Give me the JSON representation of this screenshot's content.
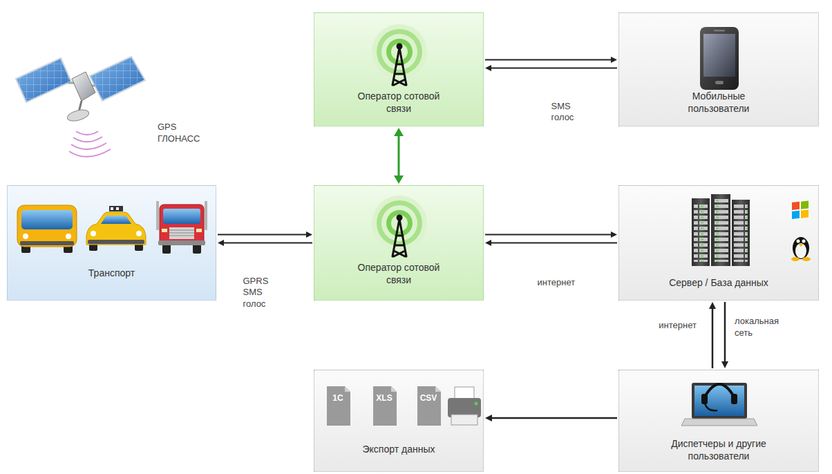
{
  "diagram": {
    "nodes": [
      {
        "text": [
          "Оператор сотовой связи"
        ]
      },
      {
        "text": [
          "Мобильные пользователи"
        ]
      },
      {
        "text": [
          "Транспорт"
        ]
      },
      {
        "text": [
          "Оператор сотовой связи"
        ]
      },
      {
        "text": [
          "Сервер / База данных"
        ]
      },
      {
        "text": [
          "Экспорт данных"
        ]
      },
      {
        "text": [
          "Диспетчеры и другие пользователи"
        ]
      }
    ],
    "edges": [
      {
        "from": 0,
        "to": 1,
        "label": "SMS голос",
        "arrow": "both"
      },
      {
        "from": 0,
        "to": 3,
        "arrow": "both"
      },
      {
        "from": 2,
        "to": 3,
        "label": "GPRS SMS голос",
        "arrow": "both"
      },
      {
        "from": 3,
        "to": 4,
        "label": "интернет",
        "arrow": "both"
      },
      {
        "from": 6,
        "to": 4,
        "label": "интернет",
        "arrow": "to"
      },
      {
        "from": 4,
        "to": 6,
        "label": "локальная сеть",
        "arrow": "to"
      },
      {
        "from": 6,
        "to": 5,
        "arrow": "to"
      }
    ],
    "labels": [
      "GPS ГЛОНАСС",
      "1C",
      "XLS",
      "CSV"
    ]
  }
}
